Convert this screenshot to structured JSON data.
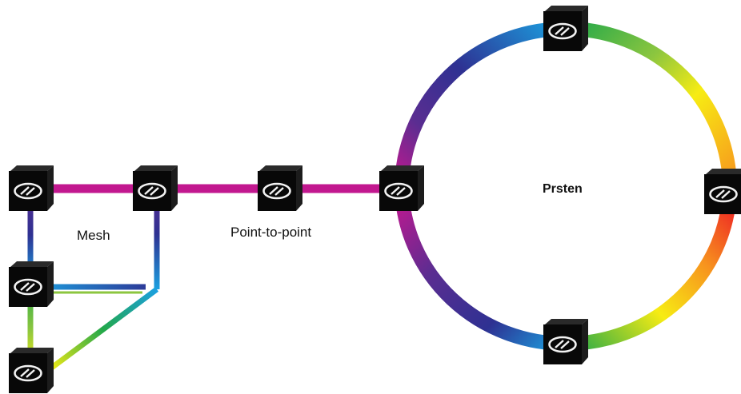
{
  "labels": {
    "mesh": "Mesh",
    "point_to_point": "Point-to-point",
    "ring": "Prsten"
  },
  "colors": {
    "link_magenta": "#c2188f",
    "device_body": "#0a0a0a",
    "device_symbol": "#f2f2f2",
    "spectrum": [
      "#c2188f",
      "#5a2d91",
      "#2e3192",
      "#1ba0e0",
      "#22a84a",
      "#8cc63f",
      "#f7ec13",
      "#f7931e",
      "#ed1c24"
    ]
  },
  "topologies": [
    "mesh",
    "point-to-point",
    "ring"
  ],
  "device_icon": "network-node-icon"
}
